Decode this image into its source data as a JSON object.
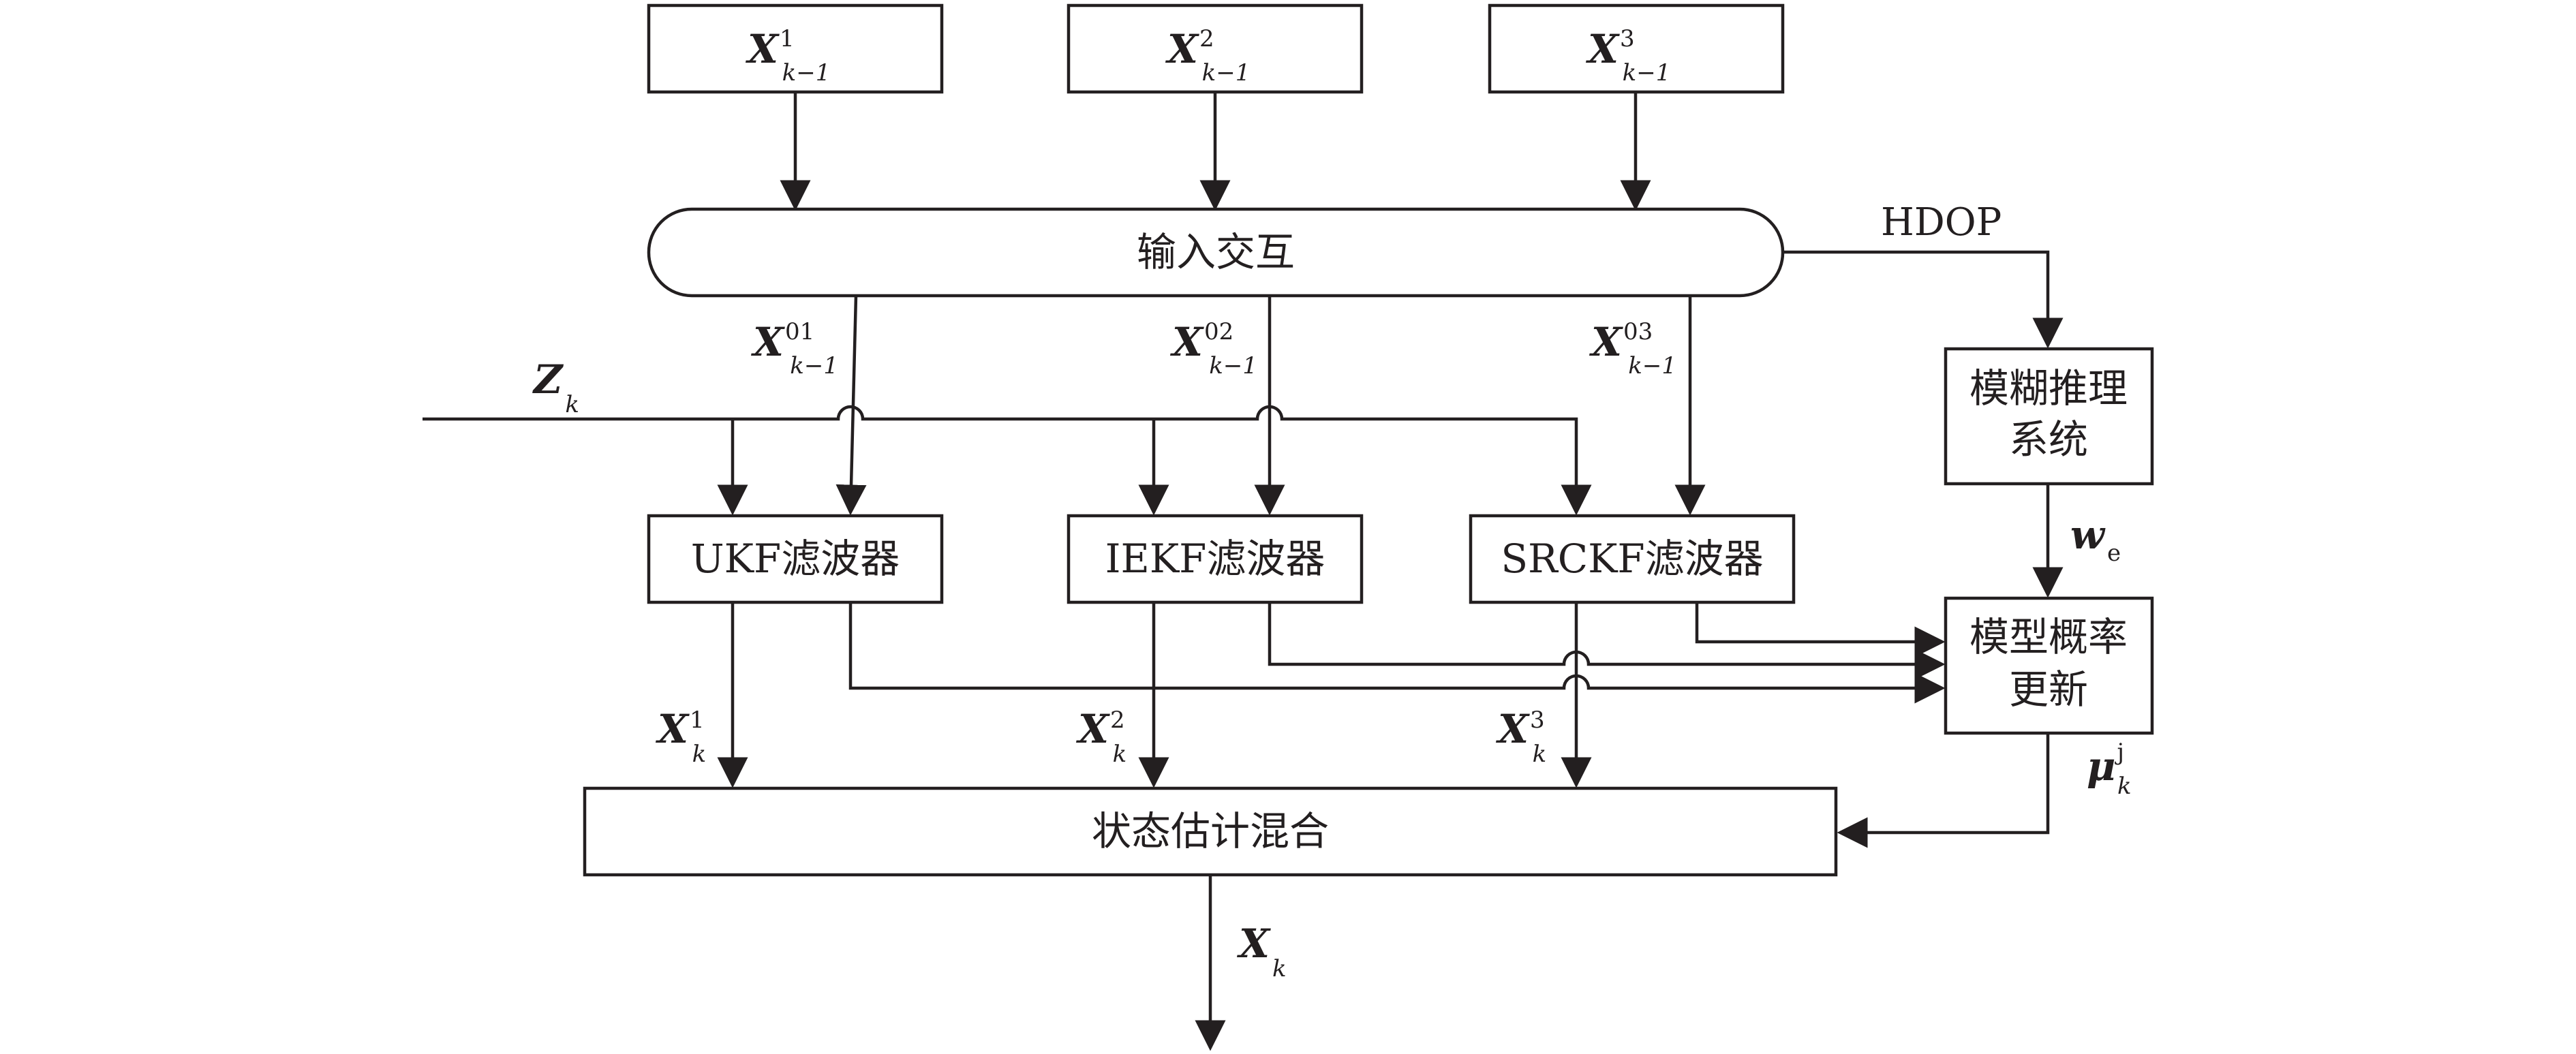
{
  "colors": {
    "stroke": "#231f20",
    "background": "#ffffff"
  },
  "inputs": [
    {
      "base": "X",
      "sup": "1",
      "sub": "k−1"
    },
    {
      "base": "X",
      "sup": "2",
      "sub": "k−1"
    },
    {
      "base": "X",
      "sup": "3",
      "sub": "k−1"
    }
  ],
  "interaction": {
    "label": "输入交互",
    "hdop_label": "HDOP"
  },
  "mixed_inputs": [
    {
      "base": "X",
      "sup": "01",
      "sub": "k−1"
    },
    {
      "base": "X",
      "sup": "02",
      "sub": "k−1"
    },
    {
      "base": "X",
      "sup": "03",
      "sub": "k−1"
    }
  ],
  "measurement": {
    "base": "Z",
    "sub": "k"
  },
  "filters": [
    {
      "label": "UKF滤波器"
    },
    {
      "label": "IEKF滤波器"
    },
    {
      "label": "SRCKF滤波器"
    }
  ],
  "fuzzy": {
    "line1": "模糊推理",
    "line2": "系统"
  },
  "weight": {
    "base": "w",
    "sub": "e"
  },
  "prob_update": {
    "line1": "模型概率",
    "line2": "更新"
  },
  "filter_outputs": [
    {
      "base": "X",
      "sup": "1",
      "sub": "k"
    },
    {
      "base": "X",
      "sup": "2",
      "sub": "k"
    },
    {
      "base": "X",
      "sup": "3",
      "sub": "k"
    }
  ],
  "mu": {
    "base": "μ",
    "sup": "j",
    "sub": "k"
  },
  "mix": {
    "label": "状态估计混合"
  },
  "output": {
    "base": "X",
    "sub": "k"
  }
}
